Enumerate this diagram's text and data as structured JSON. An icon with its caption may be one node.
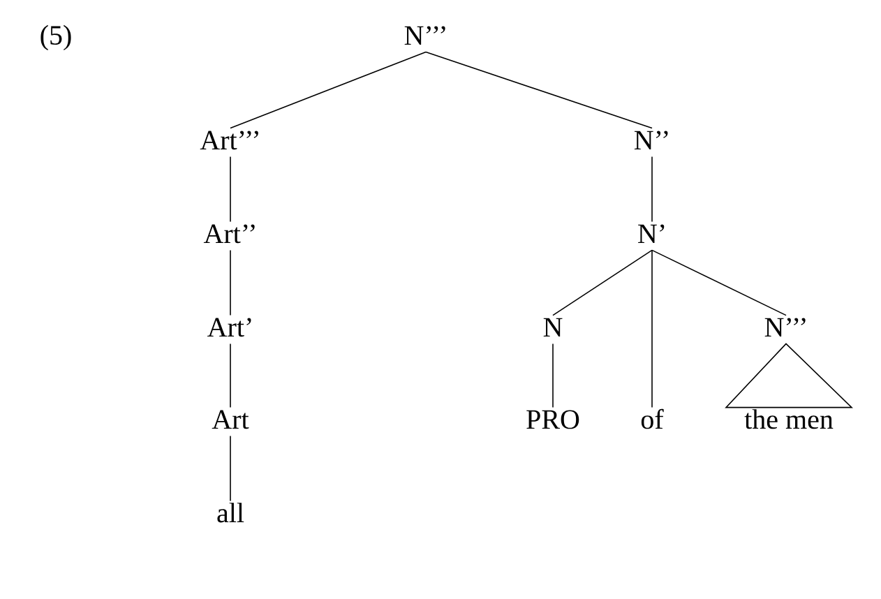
{
  "diagram": {
    "nodes": [
      {
        "text": [
          "N’’’"
        ]
      },
      {
        "text": [
          "Art’’’"
        ]
      },
      {
        "text": [
          "N’’"
        ]
      },
      {
        "text": [
          "Art’’"
        ]
      },
      {
        "text": [
          "N’"
        ]
      },
      {
        "text": [
          "Art’"
        ]
      },
      {
        "text": [
          "N"
        ]
      },
      {
        "text": [
          "N’’’"
        ]
      },
      {
        "text": [
          "Art"
        ]
      },
      {
        "text": [
          "PRO"
        ]
      },
      {
        "text": [
          "of"
        ]
      },
      {
        "text": [
          "the men"
        ]
      },
      {
        "text": [
          "all"
        ]
      }
    ],
    "edges": [
      {
        "from": 0,
        "to": 1,
        "arrow": "none"
      },
      {
        "from": 0,
        "to": 2,
        "arrow": "none"
      },
      {
        "from": 1,
        "to": 3,
        "arrow": "none"
      },
      {
        "from": 2,
        "to": 4,
        "arrow": "none"
      },
      {
        "from": 3,
        "to": 5,
        "arrow": "none"
      },
      {
        "from": 4,
        "to": 6,
        "arrow": "none"
      },
      {
        "from": 4,
        "to": 10,
        "arrow": "none"
      },
      {
        "from": 4,
        "to": 7,
        "arrow": "none"
      },
      {
        "from": 5,
        "to": 8,
        "arrow": "none"
      },
      {
        "from": 6,
        "to": 9,
        "arrow": "none"
      },
      {
        "from": 7,
        "to": 11,
        "arrow": "none"
      },
      {
        "from": 8,
        "to": 12,
        "arrow": "none"
      }
    ],
    "labels": [
      "(5)"
    ]
  }
}
